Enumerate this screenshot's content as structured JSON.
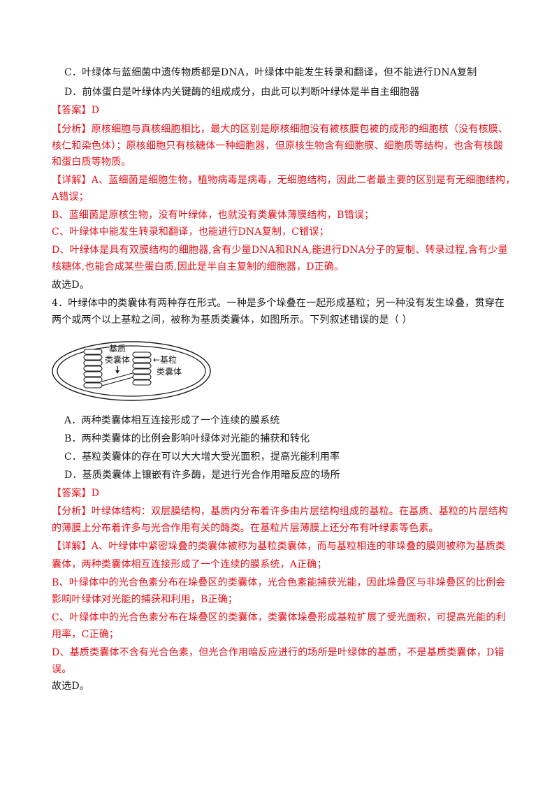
{
  "q3": {
    "option_c": "C．叶绿体与蓝细菌中遗传物质都是DNA，叶绿体中能发生转录和翻译，但不能进行DNA复制",
    "option_d": "D．前体蛋白是叶绿体内关键酶的组成成分，由此可以判断叶绿体是半自主细胞器",
    "answer": "【答案】D",
    "analysis": [
      "【分析】原核细胞与真核细胞相比，最大的区别是原核细胞没有被核膜包被的成形的细胞核（没有核膜、",
      "核仁和染色体）；原核细胞只有核糖体一种细胞器，但原核生物含有细胞膜、细胞质等结构，也含有核酸",
      "和蛋白质等物质。"
    ],
    "detail": [
      "【详解】A、蓝细菌是细胞生物，植物病毒是病毒，无细胞结构，因此二者最主要的区别是有无细胞结构，",
      "A错误；",
      "B、蓝细菌是原核生物，没有叶绿体，也就没有类囊体薄膜结构，B错误；",
      "C、叶绿体中能发生转录和翻译，也能进行DNA复制，C错误；",
      "D、叶绿体是具有双膜结构的细胞器,含有少量DNA和RNA,能进行DNA分子的复制、转录过程,含有少量",
      "核糖体,也能合成某些蛋白质,因此是半自主复制的细胞器，D正确。"
    ],
    "conclusion": "故选D。"
  },
  "q4": {
    "stem": [
      "4．叶绿体中的类囊体有两种存在形式。一种是多个垛叠在一起形成基粒；另一种没有发生垛叠，贯穿在",
      "两个或两个以上基粒之间，被称为基质类囊体，如图所示。下列叙述错误的是（    ）"
    ],
    "figure": {
      "label_stroma_line1": "基质",
      "label_stroma_line2": "类囊体",
      "label_grana_line1": "←基粒",
      "label_grana_line2": "类囊体"
    },
    "options": [
      "A．两种类囊体相互连接形成了一个连续的膜系统",
      "B．两种类囊体的比例会影响叶绿体对光能的捕获和转化",
      "C．基粒类囊体的存在可以大大增大受光面积，提高光能利用率",
      "D．基质类囊体上镶嵌有许多酶，是进行光合作用暗反应的场所"
    ],
    "answer": "【答案】D",
    "analysis": [
      "【分析】叶绿体结构：双层膜结构，基质内分布着许多由片层结构组成的基粒。在基质、基粒的片层结构",
      "的薄膜上分布着许多与光合作用有关的酶类。在基粒片层薄膜上还分布有叶绿素等色素。"
    ],
    "detail": [
      "【详解】A、叶绿体中紧密垛叠的类囊体被称为基粒类囊体，而与基粒相连的非垛叠的膜则被称为基质类",
      "囊体，两种类囊体相互连接形成了一个连续的膜系统，A正确；",
      "B、叶绿体中的光合色素分布在垛叠区的类囊体，光合色素能捕获光能，因此垛叠区与非垛叠区的比例会",
      "影响叶绿体对光能的捕获和利用，B正确；",
      "C、叶绿体中的光合色素分布在垛叠区的类囊体，类囊体垛叠形成基粒扩展了受光面积，可提高光能的利",
      "用率，C正确；",
      "D、基质类囊体不含有光合色素，但光合作用暗反应进行的场所是叶绿体的基质，不是基质类囊体，D错",
      "误。"
    ],
    "conclusion": "故选D。"
  }
}
